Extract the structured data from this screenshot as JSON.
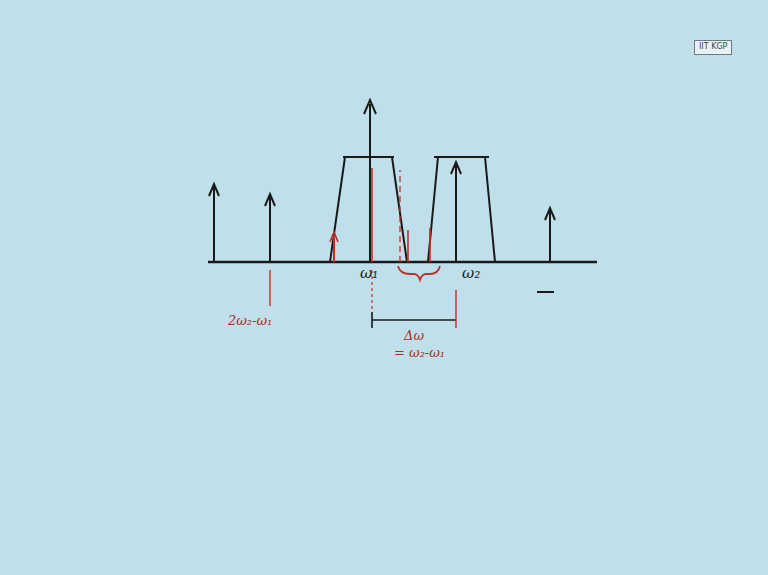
{
  "diagram": {
    "labels": [
      "ω₁",
      "ω₂",
      "2ω₂-ω₁",
      "Δω",
      "= ω₂-ω₁",
      "IIT KGP"
    ]
  }
}
